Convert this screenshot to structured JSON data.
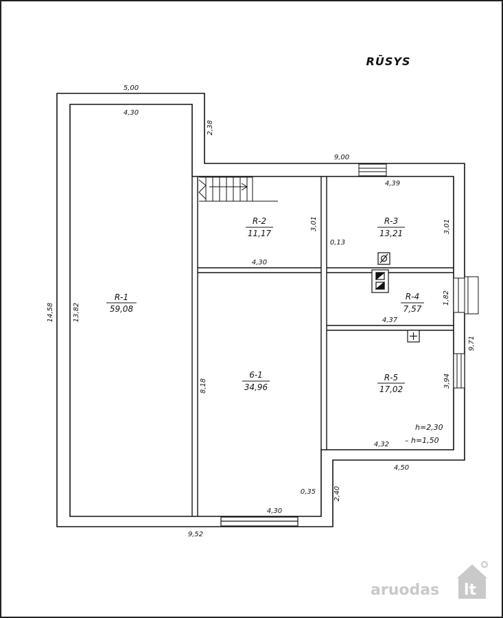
{
  "plan": {
    "title": "RŪSYS",
    "rooms": [
      {
        "id": "R-1",
        "area": "59,08"
      },
      {
        "id": "R-2",
        "area": "11,17"
      },
      {
        "id": "R-3",
        "area": "13,21"
      },
      {
        "id": "R-4",
        "area": "7,57"
      },
      {
        "id": "R-5",
        "area": "17,02"
      },
      {
        "id": "6-1",
        "area": "34,96"
      }
    ],
    "dimensions": {
      "d500": "5,00",
      "d430a": "4,30",
      "d238": "2,38",
      "d900": "9,00",
      "d439": "4,39",
      "d301a": "3,01",
      "d301b": "3,01",
      "d013": "0,13",
      "d430b": "4,30",
      "d182": "1,82",
      "d437": "4,37",
      "d971": "9,71",
      "d394": "3,94",
      "d1458": "14,58",
      "d1382": "13,82",
      "d818": "8,18",
      "d432": "4,32",
      "d450": "4,50",
      "d035": "0,35",
      "d240": "2,40",
      "d430c": "4,30",
      "d952": "9,52"
    },
    "notes": {
      "h1": "h=2,30",
      "h2": "– h=1,50"
    }
  },
  "watermark": {
    "text": "aruodas",
    "suffix": "lt"
  }
}
